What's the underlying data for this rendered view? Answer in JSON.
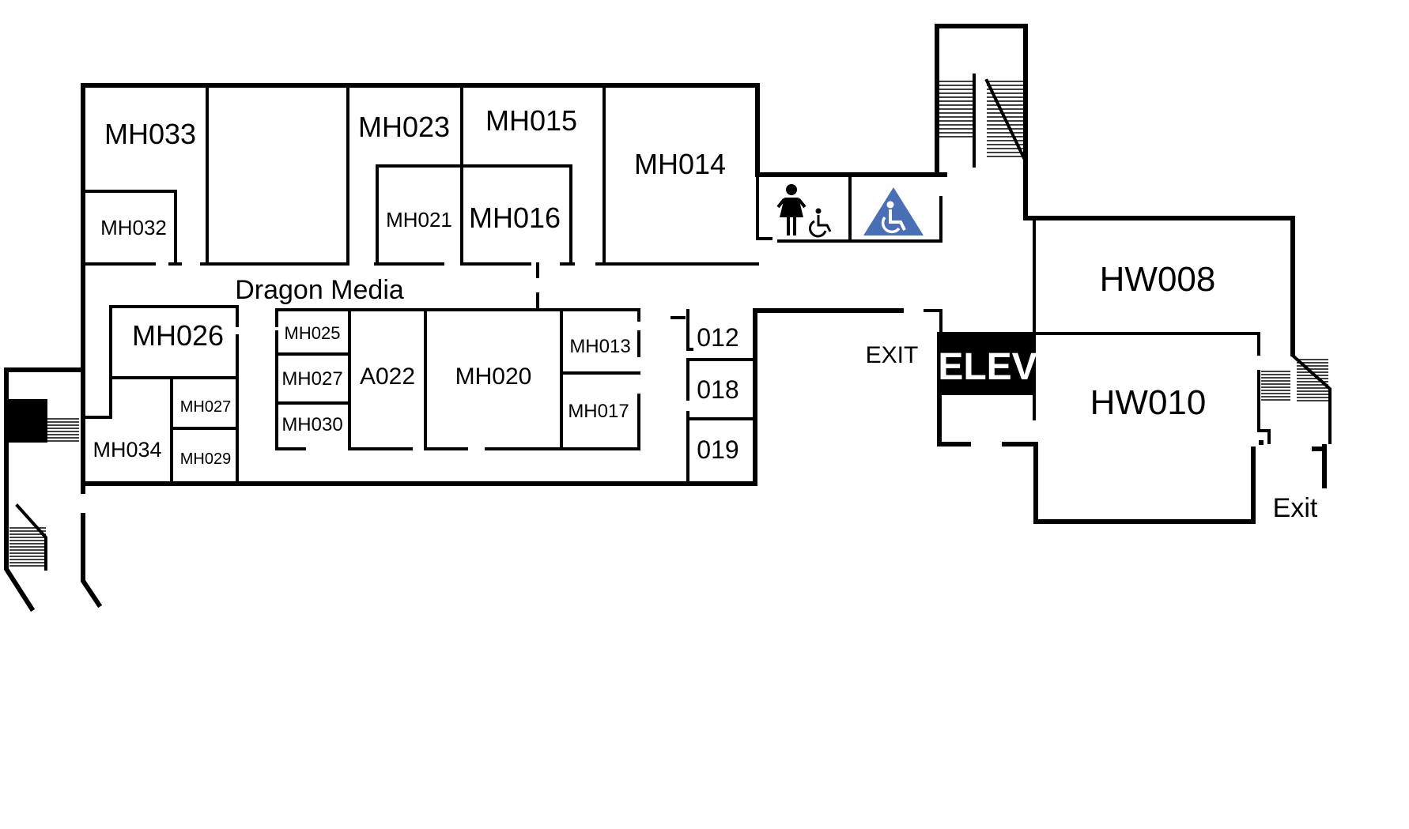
{
  "rooms": {
    "mh033": "MH033",
    "mh032": "MH032",
    "mh023": "MH023",
    "mh015": "MH015",
    "mh021": "MH021",
    "mh016": "MH016",
    "mh014": "MH014",
    "mh026": "MH026",
    "mh034": "MH034",
    "mh027a": "MH027",
    "mh029": "MH029",
    "mh025": "MH025",
    "mh027b": "MH027",
    "mh030": "MH030",
    "a022": "A022",
    "mh020": "MH020",
    "mh013": "MH013",
    "mh017": "MH017",
    "r012": "012",
    "r018": "018",
    "r019": "019",
    "hw008": "HW008",
    "hw010": "HW010"
  },
  "labels": {
    "dragon_media": "Dragon Media",
    "exit_center": "EXIT",
    "elevator": "ELEV",
    "exit_right": "Exit"
  },
  "icons": {
    "restroom": "womens-restroom-icon",
    "accessible_small": "wheelchair-icon",
    "accessible_large": "accessible-sign-icon"
  },
  "colors": {
    "wall": "#000000",
    "accessible_sign": "#4a6fb5",
    "elevator_fill": "#000000"
  }
}
